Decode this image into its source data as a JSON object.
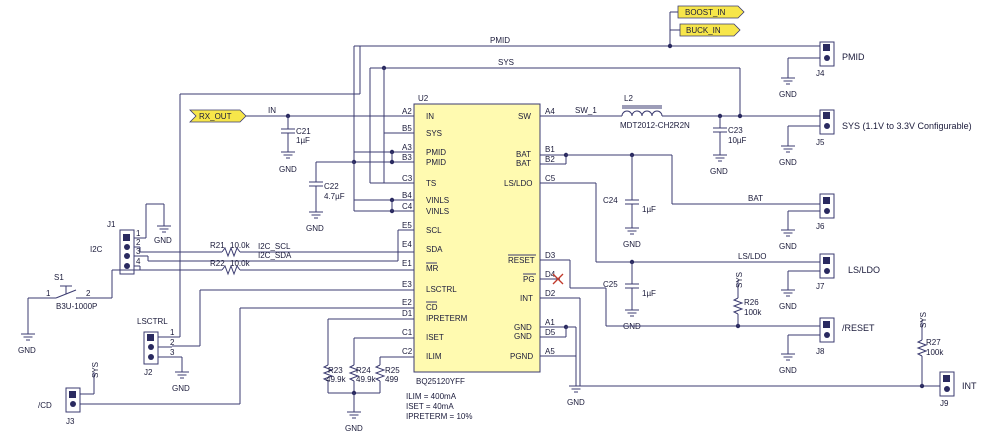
{
  "flags": {
    "boost_in": "BOOST_IN",
    "buck_in": "BUCK_IN",
    "rx_out": "RX_OUT"
  },
  "nets": {
    "pmid": "PMID",
    "sys": "SYS",
    "in": "IN",
    "sw_1": "SW_1",
    "bat": "BAT",
    "ls_ldo": "LS/LDO",
    "i2c_scl": "I2C_SCL",
    "i2c_sda": "I2C_SDA",
    "sys_label": "SYS"
  },
  "ic": {
    "ref": "U2",
    "part": "BQ25120YFF",
    "left_pins": [
      {
        "num": "A2",
        "name": "IN"
      },
      {
        "num": "B5",
        "name": "SYS"
      },
      {
        "num": "A3",
        "name": "PMID"
      },
      {
        "num": "B3",
        "name": "PMID"
      },
      {
        "num": "C3",
        "name": "TS"
      },
      {
        "num": "B4",
        "name": "VINLS"
      },
      {
        "num": "C4",
        "name": "VINLS"
      },
      {
        "num": "E5",
        "name": "SCL"
      },
      {
        "num": "E4",
        "name": "SDA"
      },
      {
        "num": "E1",
        "name": "MR"
      },
      {
        "num": "E3",
        "name": "LSCTRL"
      },
      {
        "num": "E2",
        "name": "CD"
      },
      {
        "num": "D1",
        "name": "IPRETERM"
      },
      {
        "num": "C1",
        "name": "ISET"
      },
      {
        "num": "C2",
        "name": "ILIM"
      }
    ],
    "right_pins": [
      {
        "num": "A4",
        "name": "SW"
      },
      {
        "num": "B1",
        "name": "BAT"
      },
      {
        "num": "B2",
        "name": "BAT"
      },
      {
        "num": "C5",
        "name": "LS/LDO"
      },
      {
        "num": "D3",
        "name": "RESET"
      },
      {
        "num": "D4",
        "name": "PG"
      },
      {
        "num": "D2",
        "name": "INT"
      },
      {
        "num": "A1",
        "name": "GND"
      },
      {
        "num": "D5",
        "name": "GND"
      },
      {
        "num": "A5",
        "name": "PGND"
      }
    ]
  },
  "components": {
    "c21": {
      "ref": "C21",
      "val": "1µF"
    },
    "c22": {
      "ref": "C22",
      "val": "4.7µF"
    },
    "c23": {
      "ref": "C23",
      "val": "10µF"
    },
    "c24": {
      "ref": "C24",
      "val": "1µF"
    },
    "c25": {
      "ref": "C25",
      "val": "1µF"
    },
    "l2": {
      "ref": "L2",
      "val": "MDT2012-CH2R2N"
    },
    "r21": {
      "ref": "R21",
      "val": "10.0k"
    },
    "r22": {
      "ref": "R22",
      "val": "10.0k"
    },
    "r23": {
      "ref": "R23",
      "val": "49.9k"
    },
    "r24": {
      "ref": "R24",
      "val": "49.9k"
    },
    "r25": {
      "ref": "R25",
      "val": "499"
    },
    "r26": {
      "ref": "R26",
      "val": "100k"
    },
    "r27": {
      "ref": "R27",
      "val": "100k"
    },
    "s1": {
      "ref": "S1",
      "val": "B3U-1000P",
      "pin1": "1",
      "pin2": "2"
    }
  },
  "connectors": {
    "j1": {
      "ref": "J1",
      "label": "I2C",
      "pins": [
        "1",
        "2",
        "3",
        "4"
      ]
    },
    "j2": {
      "ref": "J2",
      "label": "LSCTRL",
      "pins": [
        "1",
        "2",
        "3"
      ]
    },
    "j3": {
      "ref": "J3",
      "label": "/CD"
    },
    "j4": {
      "ref": "J4",
      "label": "PMID"
    },
    "j5": {
      "ref": "J5",
      "label": "SYS (1.1V to 3.3V Configurable)"
    },
    "j6": {
      "ref": "J6",
      "label": "BAT"
    },
    "j7": {
      "ref": "J7",
      "label": "LS/LDO"
    },
    "j8": {
      "ref": "J8",
      "label": "/RESET"
    },
    "j9": {
      "ref": "J9",
      "label": "INT"
    }
  },
  "gnd": "GND",
  "notes": [
    "ILIM = 400mA",
    "ISET = 40mA",
    "IPRETERM = 10%"
  ]
}
